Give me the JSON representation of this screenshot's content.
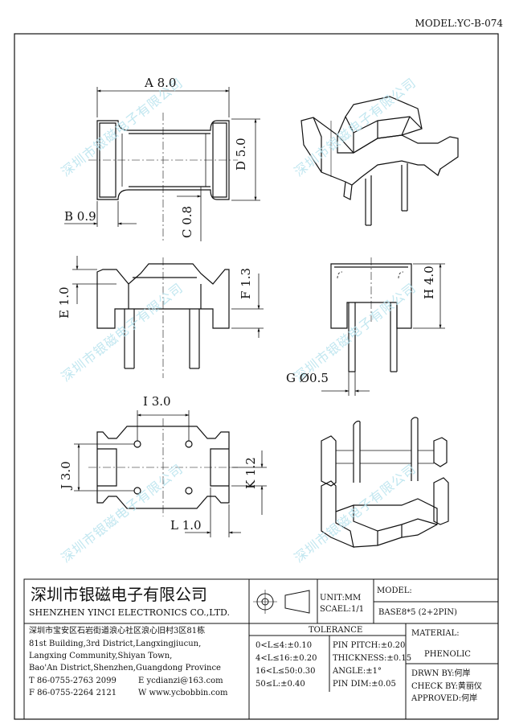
{
  "header": {
    "model": "MODEL:YC-B-074"
  },
  "watermark": {
    "text": "深圳市银磁电子有限公司",
    "color": "#b8e3ee"
  },
  "dimensions": {
    "A": "A 8.0",
    "B": "B 0.9",
    "C": "C 0.8",
    "D": "D 5.0",
    "E": "E 1.0",
    "F": "F 1.3",
    "G": "G Ø0.5",
    "H": "H 4.0",
    "I": "I 3.0",
    "J": "J 3.0",
    "K": "K 1.2",
    "L": "L 1.0"
  },
  "company": {
    "name_cn": "深圳市银磁电子有限公司",
    "name_en": "SHENZHEN YINCI ELECTRONICS CO.,LTD.",
    "address_cn": "深圳市宝安区石岩街道浪心社区浪心旧村3区81栋",
    "address_en_1": "81st Building,3rd District,Langxingjiucun,",
    "address_en_2": "Langxing Community,Shiyan Town,",
    "address_en_3": "Bao'An District,Shenzhen,Guangdong Province",
    "tel": "T 86-0755-2763 2099",
    "email": "E ycdianzi@163.com",
    "fax": "F 86-0755-2264 2121",
    "web": "W www.ycbobbin.com"
  },
  "specs": {
    "unit": "UNIT:MM",
    "scale": "SCAEL:1/1",
    "model_label": "MODEL:",
    "model_value": "BASE8*5 (2+2PIN)",
    "material_label": "MATERIAL:",
    "material_value": "PHENOLIC",
    "tolerance_title": "TOLERANCE",
    "tol_rows": [
      "0<L≤4:±0.10",
      "4<L≤16:±0.20",
      "16<L≤50:0.30",
      "50≤L:±0.40"
    ],
    "pin_pitch": "PIN PITCH:±0.20",
    "thickness": "THICKNESS:±0.15",
    "angle": "ANGLE:±1°",
    "pin_dim": "PIN DIM:±0.05",
    "drawn_by": "DRWN BY:何岸",
    "check_by": "CHECK BY:黄丽仪",
    "approved": "APPROVED:何岸"
  }
}
